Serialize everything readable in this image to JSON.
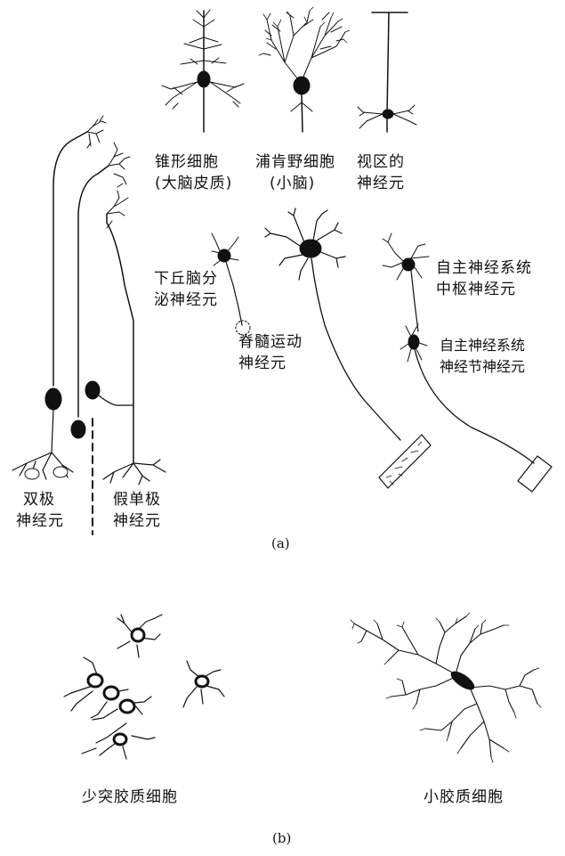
{
  "figure": {
    "part_a": {
      "caption": "(a)",
      "labels": {
        "pyramidal": [
          "锥形细胞",
          "(大脑皮质)"
        ],
        "purkinje": [
          "浦肯野细胞",
          "(小脑)"
        ],
        "visual": [
          "视区的",
          "神经元"
        ],
        "hypothalamic": [
          "下丘脑分",
          "泌神经元"
        ],
        "spinal_motor": [
          "脊髓运动",
          "神经元"
        ],
        "autonomic_central": [
          "自主神经系统",
          "中枢神经元"
        ],
        "autonomic_ganglion": [
          "自主神经系统",
          "神经节神经元"
        ],
        "bipolar": [
          "双极",
          "神经元"
        ],
        "pseudo_unipolar": [
          "假单极",
          "神经元"
        ]
      }
    },
    "part_b": {
      "caption": "(b)",
      "labels": {
        "oligodendrocyte": "少突胶质细胞",
        "microglia": "小胶质细胞"
      }
    }
  }
}
